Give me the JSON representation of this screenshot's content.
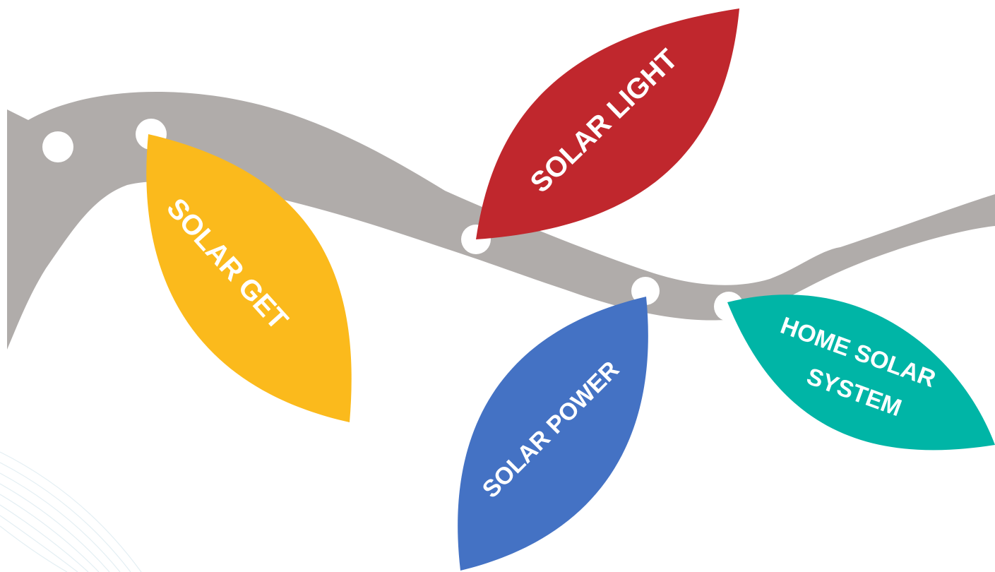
{
  "leaves": [
    {
      "id": "solar-get",
      "label": "SOLAR GET",
      "color": "#FBBA1C"
    },
    {
      "id": "solar-light",
      "label": "SOLAR LIGHT",
      "color": "#C0272D"
    },
    {
      "id": "solar-power",
      "label": "SOLAR POWER",
      "color": "#4472C4"
    },
    {
      "id": "home-solar-system",
      "label_line1": "HOME SOLAR",
      "label_line2": "SYSTEM",
      "color": "#00B5A6"
    }
  ],
  "colors": {
    "vine": "#B0ACAA",
    "node": "#FFFFFF",
    "text": "#FFFFFF"
  },
  "icons": [
    "vine-branch",
    "node-dot",
    "background-arc-lines"
  ]
}
